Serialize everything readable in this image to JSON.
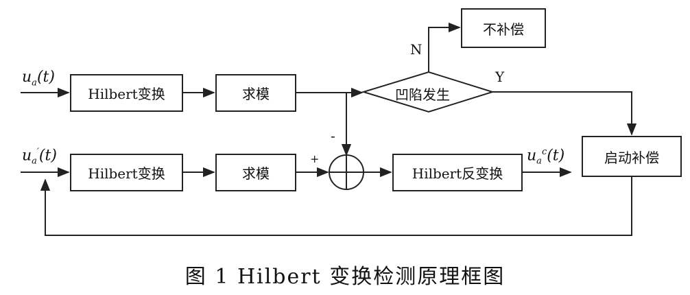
{
  "figure": {
    "caption": "图 1   Hilbert 变换检测原理框图"
  },
  "signals": {
    "ua_base": "u",
    "ua_sub": "a",
    "ua_arg": "(t)",
    "ua_prime_base": "u",
    "ua_prime_sub": "a",
    "ua_prime_sup": "′",
    "ua_prime_arg": "(t)",
    "uc_base": "u",
    "uc_sub": "a",
    "uc_sup": "c",
    "uc_arg": "(t)"
  },
  "blocks": {
    "hilbert_top": "Hilbert变换",
    "modulus_top": "求模",
    "hilbert_bottom": "Hilbert变换",
    "modulus_bottom": "求模",
    "inverse_hilbert": "Hilbert反变换",
    "no_compensation": "不补偿",
    "start_compensation": "启动补偿",
    "decision": "凹陷发生"
  },
  "labels": {
    "yes": "Y",
    "no": "N",
    "plus": "+",
    "minus": "-"
  }
}
